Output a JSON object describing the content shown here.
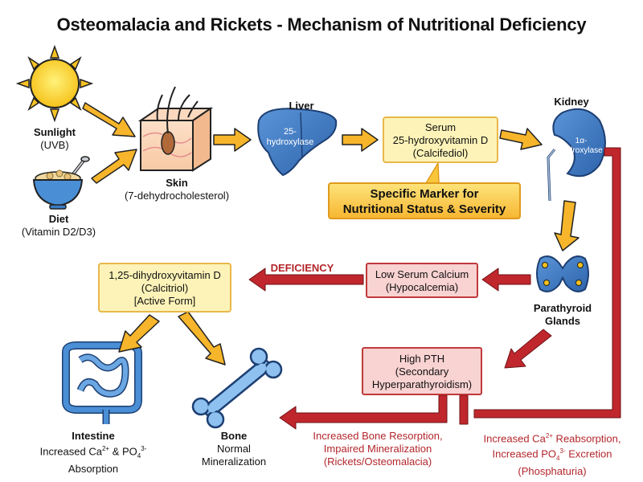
{
  "title": "Osteomalacia and Rickets - Mechanism of Nutritional Deficiency",
  "nodes": {
    "sunlight": [
      "Sunlight",
      "(UVB)"
    ],
    "diet": [
      "Diet",
      "(Vitamin D2/D3)"
    ],
    "skin": [
      "Skin",
      "(7-dehydrocholesterol)"
    ],
    "liver": {
      "name": "Liver",
      "enzyme": [
        "25-",
        "hydroxylase"
      ]
    },
    "calcifediol": [
      "Serum",
      "25-hydroxyvitamin D",
      "(Calcifediol)"
    ],
    "marker": [
      "Specific Marker for",
      "Nutritional Status & Severity"
    ],
    "kidney": {
      "name": "Kidney",
      "enzyme": [
        "1α-",
        "hydroxylase"
      ]
    },
    "calcitriol": [
      "1,25-dihydroxyvitamin D",
      "(Calcitriol)",
      "[Active Form]"
    ],
    "deficiency_label": "DEFICIENCY",
    "low_calcium": [
      "Low Serum Calcium",
      "(Hypocalcemia)"
    ],
    "parathyroid": [
      "Parathyroid",
      "Glands"
    ],
    "high_pth": [
      "High PTH",
      "(Secondary",
      "Hyperparathyroidism)"
    ],
    "intestine": {
      "name": "Intestine",
      "line1_pre": "Increased Ca",
      "sup1": "2+",
      "line1_mid": " & PO",
      "sub1": "4",
      "sup2": "3-",
      "line2": "Absorption"
    },
    "bone": [
      "Bone",
      "Normal",
      "Mineralization"
    ],
    "bone_effect": [
      "Increased Bone Resorption,",
      "Impaired Mineralization",
      "(Rickets/Osteomalacia)"
    ],
    "renal_effect": {
      "line1_pre": "Increased Ca",
      "sup1": "2+",
      "line1_post": " Reabsorption,",
      "line2_pre": "Increased PO",
      "sub2": "4",
      "sup2": "3-",
      "line2_post": " Excretion",
      "line3": "(Phosphaturia)"
    }
  },
  "colors": {
    "yellow_arrow": "#f6b52a",
    "red_arrow": "#c0272d",
    "organ_blue": "#3c78c2",
    "box_yellow": "#fdf3b8",
    "box_red": "#f9d2d2"
  }
}
